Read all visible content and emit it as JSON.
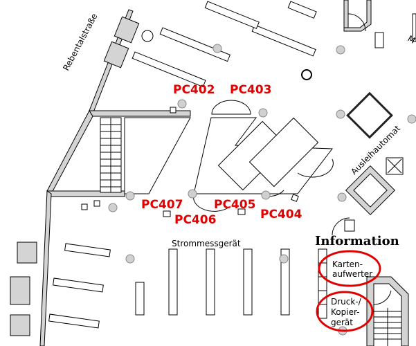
{
  "map": {
    "street_label": "Rebentalstraße",
    "partial_label": "M",
    "kiosk_label": "Ausleihautomat",
    "area_label": "Strommessgerät",
    "information_label": "Information",
    "pc_labels": [
      "PC402",
      "PC403",
      "PC407",
      "PC406",
      "PC405",
      "PC404"
    ],
    "services": [
      {
        "line1": "Karten-",
        "line2": "aufwerter"
      },
      {
        "line1": "Druck-/",
        "line2": "Kopier-",
        "line3": "gerät"
      }
    ],
    "highlight_color": "#e00000"
  }
}
